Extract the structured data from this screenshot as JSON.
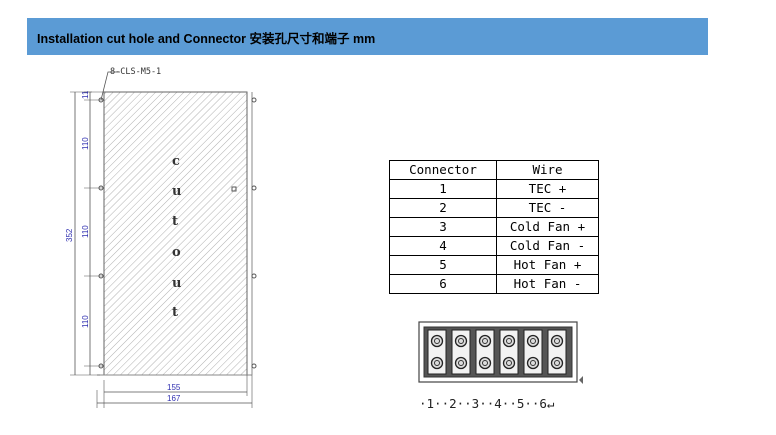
{
  "header": {
    "title": "Installation cut hole and Connector 安装孔尺寸和端子 mm"
  },
  "drawing": {
    "callout": "8-CLS-M5-1",
    "cutout_letters": [
      "c",
      "u",
      "t",
      "o",
      "u",
      "t"
    ],
    "dims": {
      "top_small": "11",
      "seg1": "110",
      "seg2": "110",
      "seg3": "110",
      "total_height": "352",
      "inner_width": "155",
      "outer_width": "167"
    }
  },
  "table": {
    "headers": [
      "Connector",
      "Wire"
    ],
    "rows": [
      [
        "1",
        "TEC +"
      ],
      [
        "2",
        "TEC -"
      ],
      [
        "3",
        "Cold Fan +"
      ],
      [
        "4",
        "Cold Fan -"
      ],
      [
        "5",
        "Hot Fan +"
      ],
      [
        "6",
        "Hot Fan -"
      ]
    ]
  },
  "terminal": {
    "numbers": [
      "·1·",
      "·2·",
      "·3·",
      "·4·",
      "·5·",
      "·6↵"
    ]
  },
  "colors": {
    "header_bg": "#5b9bd5",
    "dimension_text": "#3030b0"
  }
}
